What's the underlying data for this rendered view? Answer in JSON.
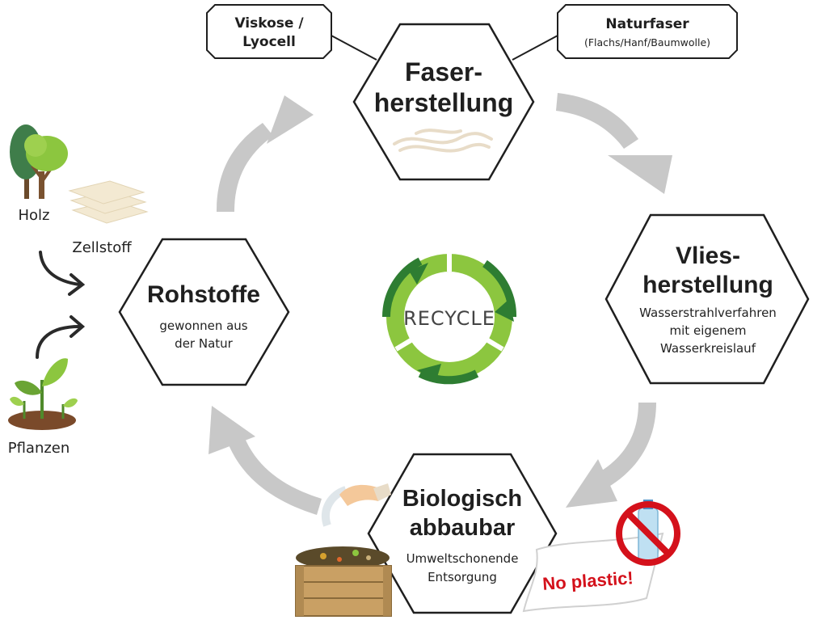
{
  "nodes": {
    "faser": {
      "title_1": "Faser-",
      "title_2": "herstellung"
    },
    "vlies": {
      "title_1": "Vlies-",
      "title_2": "herstellung",
      "sub_1": "Wasserstrahlverfahren",
      "sub_2": "mit eigenem",
      "sub_3": "Wasserkreislauf"
    },
    "bio": {
      "title_1": "Biologisch",
      "title_2": "abbaubar",
      "sub_1": "Umweltschonende",
      "sub_2": "Entsorgung"
    },
    "rohstoffe": {
      "title_1": "Rohstoffe",
      "sub_1": "gewonnen aus",
      "sub_2": "der Natur"
    }
  },
  "tags": {
    "viskose": {
      "line_1": "Viskose /",
      "line_2": "Lyocell"
    },
    "naturfaser": {
      "line_1": "Naturfaser",
      "line_2": "(Flachs/Hanf/Baumwolle)"
    }
  },
  "sources": {
    "holz": "Holz",
    "zellstoff": "Zellstoff",
    "pflanzen": "Pflanzen"
  },
  "center": {
    "recycle_label": "RECYCLE"
  },
  "badge": {
    "no_plastic": "No plastic!"
  },
  "colors": {
    "hex_stroke": "#1f1f1f",
    "arrow_gray": "#c8c8c8",
    "recycle_light": "#8cc63f",
    "recycle_dark": "#2e7d32",
    "prohibit_red": "#d4111b"
  }
}
